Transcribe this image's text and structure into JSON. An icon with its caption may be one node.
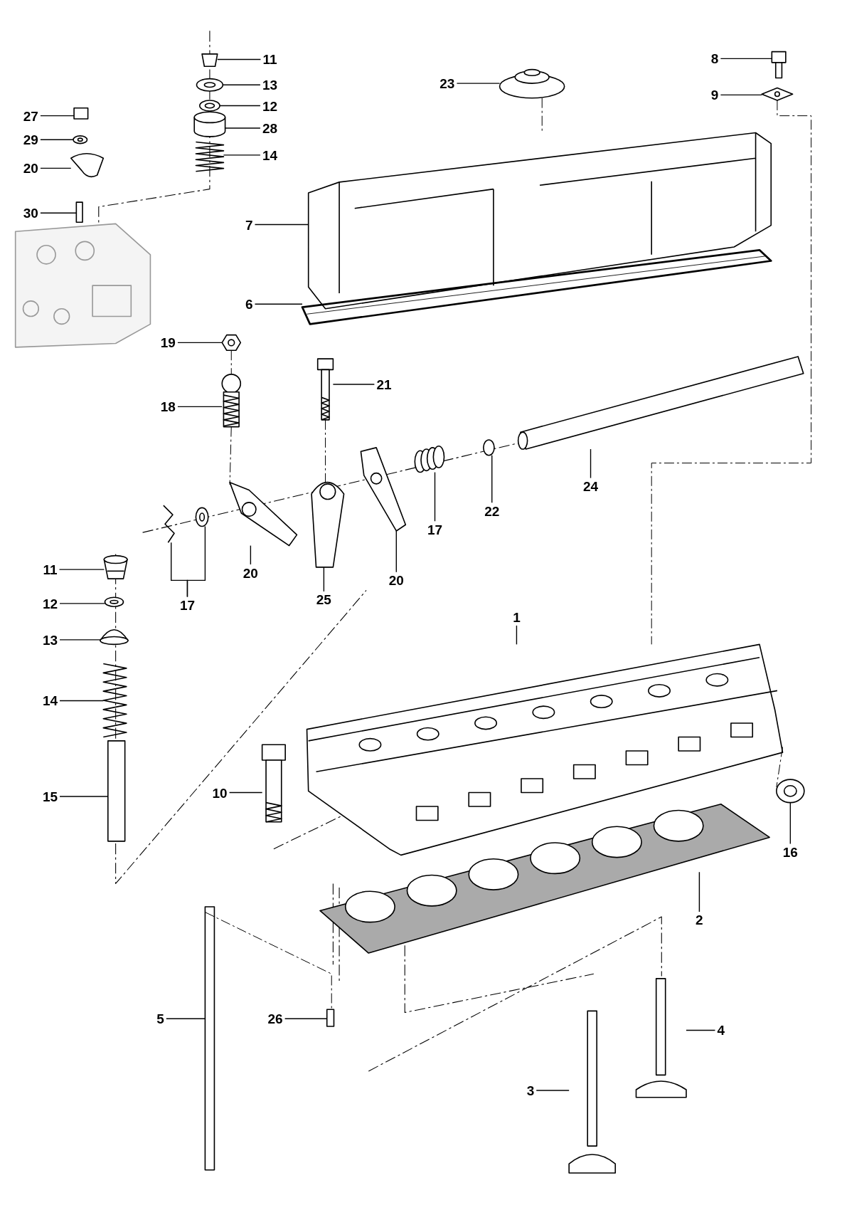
{
  "diagram": {
    "nodes": [
      {
        "text": [
          "11"
        ]
      },
      {
        "text": [
          "8"
        ]
      },
      {
        "text": [
          "23"
        ]
      },
      {
        "text": [
          "13"
        ]
      },
      {
        "text": [
          "9"
        ]
      },
      {
        "text": [
          "12"
        ]
      },
      {
        "text": [
          "27"
        ]
      },
      {
        "text": [
          "28"
        ]
      },
      {
        "text": [
          "29"
        ]
      },
      {
        "text": [
          "14"
        ]
      },
      {
        "text": [
          "20"
        ]
      },
      {
        "text": [
          "30"
        ]
      },
      {
        "text": [
          "7"
        ]
      },
      {
        "text": [
          "6"
        ]
      },
      {
        "text": [
          "19"
        ]
      },
      {
        "text": [
          "21"
        ]
      },
      {
        "text": [
          "18"
        ]
      },
      {
        "text": [
          "24"
        ]
      },
      {
        "text": [
          "22"
        ]
      },
      {
        "text": [
          "17"
        ]
      },
      {
        "text": [
          "20"
        ]
      },
      {
        "text": [
          "25"
        ]
      },
      {
        "text": [
          "17"
        ]
      },
      {
        "text": [
          "11"
        ]
      },
      {
        "text": [
          "12"
        ]
      },
      {
        "text": [
          "13"
        ]
      },
      {
        "text": [
          "1"
        ]
      },
      {
        "text": [
          "14"
        ]
      },
      {
        "text": [
          "15"
        ]
      },
      {
        "text": [
          "10"
        ]
      },
      {
        "text": [
          "16"
        ]
      },
      {
        "text": [
          "2"
        ]
      },
      {
        "text": [
          "5"
        ]
      },
      {
        "text": [
          "26"
        ]
      },
      {
        "text": [
          "4"
        ]
      },
      {
        "text": [
          "3"
        ]
      },
      {
        "text": [
          "20"
        ]
      },
      {
        "text": [],
        "shape": "picture"
      },
      {
        "text": [],
        "shape": "picture"
      },
      {
        "text": [],
        "shape": "picture"
      },
      {
        "text": [],
        "shape": "picture"
      },
      {
        "text": [],
        "shape": "picture"
      },
      {
        "text": [],
        "shape": "box"
      },
      {
        "text": [],
        "shape": "picture"
      },
      {
        "text": [],
        "shape": "picture"
      },
      {
        "text": [],
        "shape": "box"
      },
      {
        "text": [],
        "shape": "picture"
      },
      {
        "text": [],
        "shape": "picture"
      },
      {
        "text": [],
        "shape": "picture"
      },
      {
        "text": [],
        "shape": "picture"
      },
      {
        "text": [],
        "shape": "picture"
      },
      {
        "text": [],
        "shape": "picture"
      },
      {
        "text": [],
        "shape": "picture"
      },
      {
        "text": [],
        "shape": "picture"
      },
      {
        "text": [],
        "shape": "picture"
      },
      {
        "text": [],
        "shape": "picture"
      },
      {
        "text": [],
        "shape": "picture"
      },
      {
        "text": [],
        "shape": "picture"
      },
      {
        "text": [],
        "shape": "picture"
      },
      {
        "text": [],
        "shape": "picture"
      },
      {
        "text": [],
        "shape": "picture"
      },
      {
        "text": [],
        "shape": "picture"
      },
      {
        "text": [],
        "shape": "picture"
      },
      {
        "text": [],
        "shape": "picture"
      },
      {
        "text": [],
        "shape": "picture"
      },
      {
        "text": [],
        "shape": "picture"
      },
      {
        "text": [],
        "shape": "box"
      },
      {
        "text": [],
        "shape": "picture"
      },
      {
        "text": [],
        "shape": "picture"
      },
      {
        "text": [],
        "shape": "picture"
      },
      {
        "text": [],
        "shape": "picture"
      },
      {
        "text": [],
        "shape": "box"
      },
      {
        "text": [],
        "shape": "box"
      },
      {
        "text": [],
        "shape": "picture"
      },
      {
        "text": [],
        "shape": "picture"
      }
    ],
    "edges": [
      {
        "from": 0,
        "to": 37,
        "arrow": "none"
      },
      {
        "from": 1,
        "to": 47,
        "arrow": "none"
      },
      {
        "from": 2,
        "to": 46,
        "arrow": "none"
      },
      {
        "from": 3,
        "to": 38,
        "arrow": "none"
      },
      {
        "from": 4,
        "to": 48,
        "arrow": "none"
      },
      {
        "from": 5,
        "to": 39,
        "arrow": "none"
      },
      {
        "from": 6,
        "to": 42,
        "arrow": "none"
      },
      {
        "from": 7,
        "to": 40,
        "arrow": "none"
      },
      {
        "from": 8,
        "to": 43,
        "arrow": "none"
      },
      {
        "from": 9,
        "to": 41,
        "arrow": "none"
      },
      {
        "from": 10,
        "to": 44,
        "arrow": "none"
      },
      {
        "from": 11,
        "to": 45,
        "arrow": "none"
      },
      {
        "from": 12,
        "to": 49,
        "arrow": "none"
      },
      {
        "from": 13,
        "to": 50,
        "arrow": "none"
      },
      {
        "from": 14,
        "to": 51,
        "arrow": "none"
      },
      {
        "from": 15,
        "to": 53,
        "arrow": "none"
      },
      {
        "from": 16,
        "to": 52,
        "arrow": "none"
      },
      {
        "from": 17,
        "to": 54,
        "arrow": "none"
      },
      {
        "from": 18,
        "to": 55,
        "arrow": "none"
      },
      {
        "from": 19,
        "to": 56,
        "arrow": "none"
      },
      {
        "from": 20,
        "to": 57,
        "arrow": "none"
      },
      {
        "from": 21,
        "to": 58,
        "arrow": "none"
      },
      {
        "from": 22,
        "to": 60,
        "arrow": "none"
      },
      {
        "from": 22,
        "to": 61,
        "arrow": "none"
      },
      {
        "from": 23,
        "to": 62,
        "arrow": "none"
      },
      {
        "from": 24,
        "to": 63,
        "arrow": "none"
      },
      {
        "from": 25,
        "to": 64,
        "arrow": "none"
      },
      {
        "from": 26,
        "to": 68,
        "arrow": "none"
      },
      {
        "from": 27,
        "to": 65,
        "arrow": "none"
      },
      {
        "from": 28,
        "to": 66,
        "arrow": "none"
      },
      {
        "from": 29,
        "to": 67,
        "arrow": "none"
      },
      {
        "from": 30,
        "to": 69,
        "arrow": "none"
      },
      {
        "from": 31,
        "to": 70,
        "arrow": "none"
      },
      {
        "from": 32,
        "to": 71,
        "arrow": "none"
      },
      {
        "from": 33,
        "to": 72,
        "arrow": "none"
      },
      {
        "from": 34,
        "to": 73,
        "arrow": "none"
      },
      {
        "from": 35,
        "to": 74,
        "arrow": "none"
      },
      {
        "from": 36,
        "to": 59,
        "arrow": "none"
      },
      {
        "from": 48,
        "to": 68,
        "arrow": "none",
        "style": "dashed"
      },
      {
        "from": 71,
        "to": 72,
        "arrow": "none",
        "style": "dashed"
      },
      {
        "from": 51,
        "to": 52,
        "arrow": "none",
        "style": "dashed"
      },
      {
        "from": 46,
        "to": 49,
        "arrow": "none",
        "style": "dashed"
      },
      {
        "from": 53,
        "to": 58,
        "arrow": "none",
        "style": "dashed"
      },
      {
        "from": 68,
        "to": 69,
        "arrow": "none",
        "style": "dashed"
      },
      {
        "from": 52,
        "to": 57,
        "arrow": "none",
        "style": "dashed"
      }
    ]
  }
}
